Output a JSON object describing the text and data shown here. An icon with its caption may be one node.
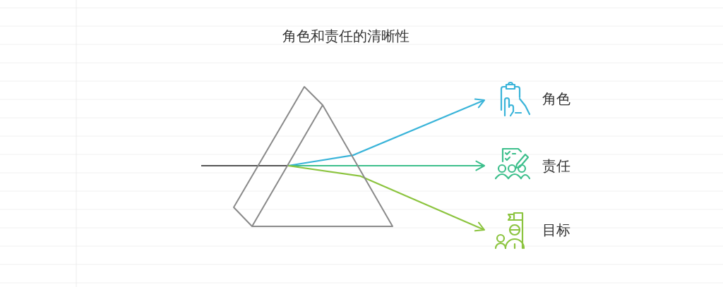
{
  "diagram": {
    "title": "角色和责任的清晰性",
    "nodes": [
      {
        "text": [],
        "shape": "prism"
      },
      {
        "text": [
          "角色"
        ]
      },
      {
        "text": [
          "责任"
        ]
      },
      {
        "text": [
          "目标"
        ]
      }
    ],
    "edges": [
      {
        "from": null,
        "to": 0,
        "arrow": "none"
      },
      {
        "from": 0,
        "to": 1,
        "arrow": "to",
        "color": "#3ab4d9"
      },
      {
        "from": 0,
        "to": 2,
        "arrow": "to",
        "color": "#3dbf8c"
      },
      {
        "from": 0,
        "to": 3,
        "arrow": "to",
        "color": "#8cc43f"
      }
    ]
  }
}
